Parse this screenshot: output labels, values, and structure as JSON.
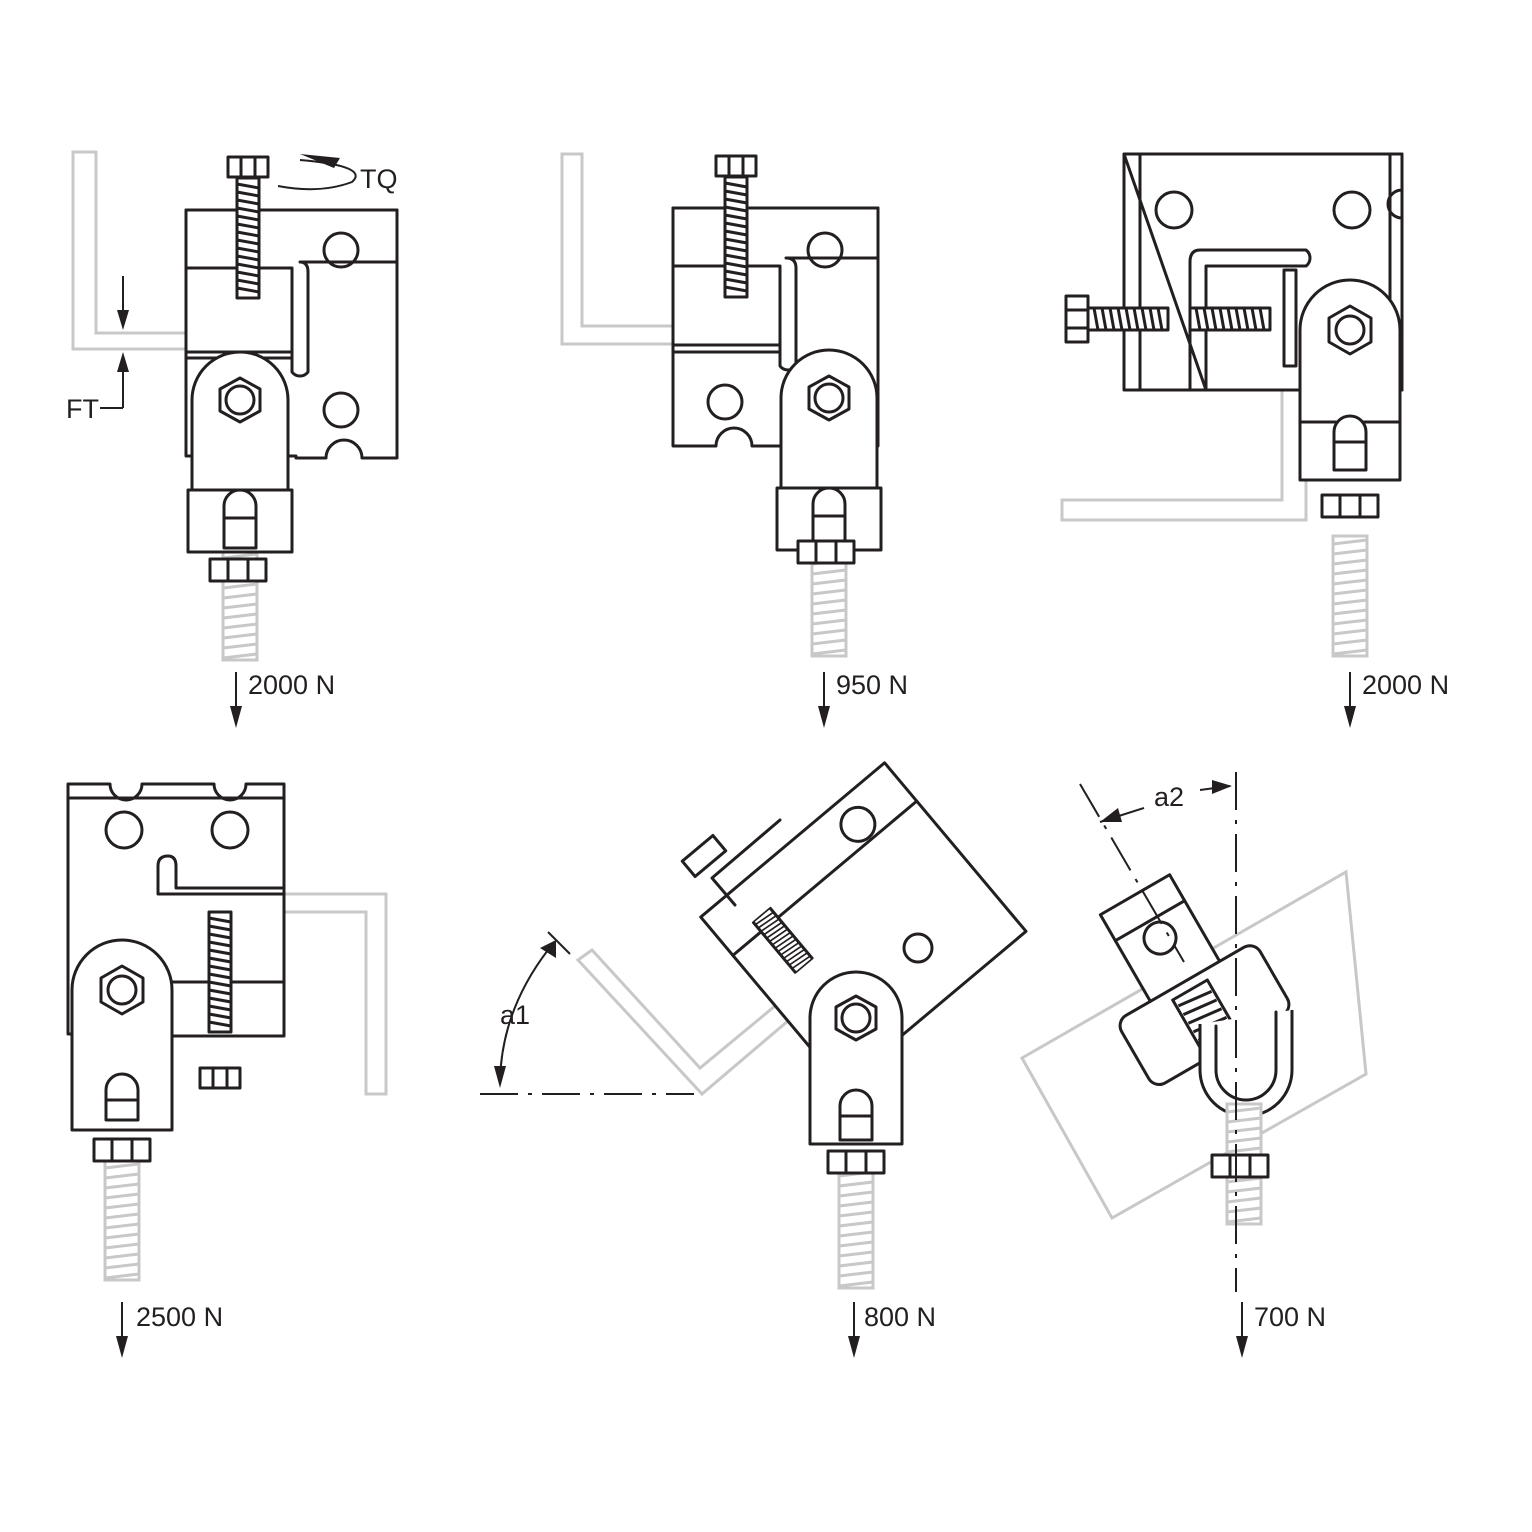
{
  "figure": {
    "colors": {
      "ink": "#231f20",
      "beam": "#c8c8c8",
      "background": "#ffffff"
    },
    "panels": [
      {
        "id": "panel-1",
        "load": "2000 N",
        "annotations": {
          "torque": "TQ",
          "flange_thickness": "FT"
        }
      },
      {
        "id": "panel-2",
        "load": "950 N"
      },
      {
        "id": "panel-3",
        "load": "2000 N"
      },
      {
        "id": "panel-4",
        "load": "2500 N"
      },
      {
        "id": "panel-5",
        "load": "800 N",
        "annotations": {
          "angle": "a1"
        }
      },
      {
        "id": "panel-6",
        "load": "700 N",
        "annotations": {
          "angle": "a2"
        }
      }
    ]
  }
}
